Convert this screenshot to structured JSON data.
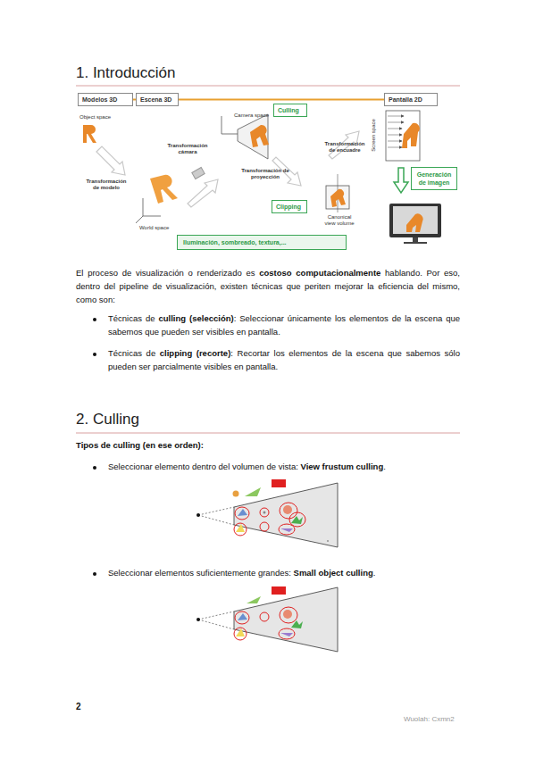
{
  "diagram": {
    "title": "1. Introducción",
    "nodes": [
      {
        "text": [
          "Modelos 3D"
        ]
      },
      {
        "text": [
          "Escena 3D"
        ]
      },
      {
        "text": [
          "Pantalla 2D"
        ]
      },
      {
        "text": [
          "Culling"
        ]
      },
      {
        "text": [
          "Clipping"
        ]
      },
      {
        "text": [
          "Generación de imagen"
        ]
      },
      {
        "text": [
          "Iluminación, sombreado, textura,..."
        ]
      }
    ],
    "edges": [
      {
        "from": 0,
        "to": 1,
        "arrow": "none"
      },
      {
        "from": 1,
        "to": 2,
        "arrow": "none"
      }
    ],
    "labels": [
      "Object space",
      "Transformación de modelo",
      "World space",
      "Transformación cámara",
      "Camera space",
      "Transformación de proyección",
      "Canonical view volume",
      "Transformación de encuadre",
      "Screen space",
      "El proceso de visualización o renderizado es",
      "costoso computacionalmente",
      "hablando. Por eso, dentro del pipeline de visualización, existen técnicas que periten mejorar la eficiencia del mismo, como son:",
      "Técnicas de",
      "culling (selección)",
      ": Seleccionar únicamente los elementos de la escena que sabemos que pueden ser visibles en pantalla.",
      "Técnicas de",
      "clipping (recorte)",
      ": Recortar los elementos de la escena que sabemos sólo pueden ser parcialmente visibles en pantalla.",
      "2. Culling",
      "Tipos de culling (en ese orden):",
      "Seleccionar elemento dentro del volumen de vista:",
      "View frustum culling",
      ".",
      "Seleccionar elementos suficientemente grandes:",
      "Small object culling",
      ".",
      "2",
      "Wuolah: Cxmn2"
    ]
  }
}
